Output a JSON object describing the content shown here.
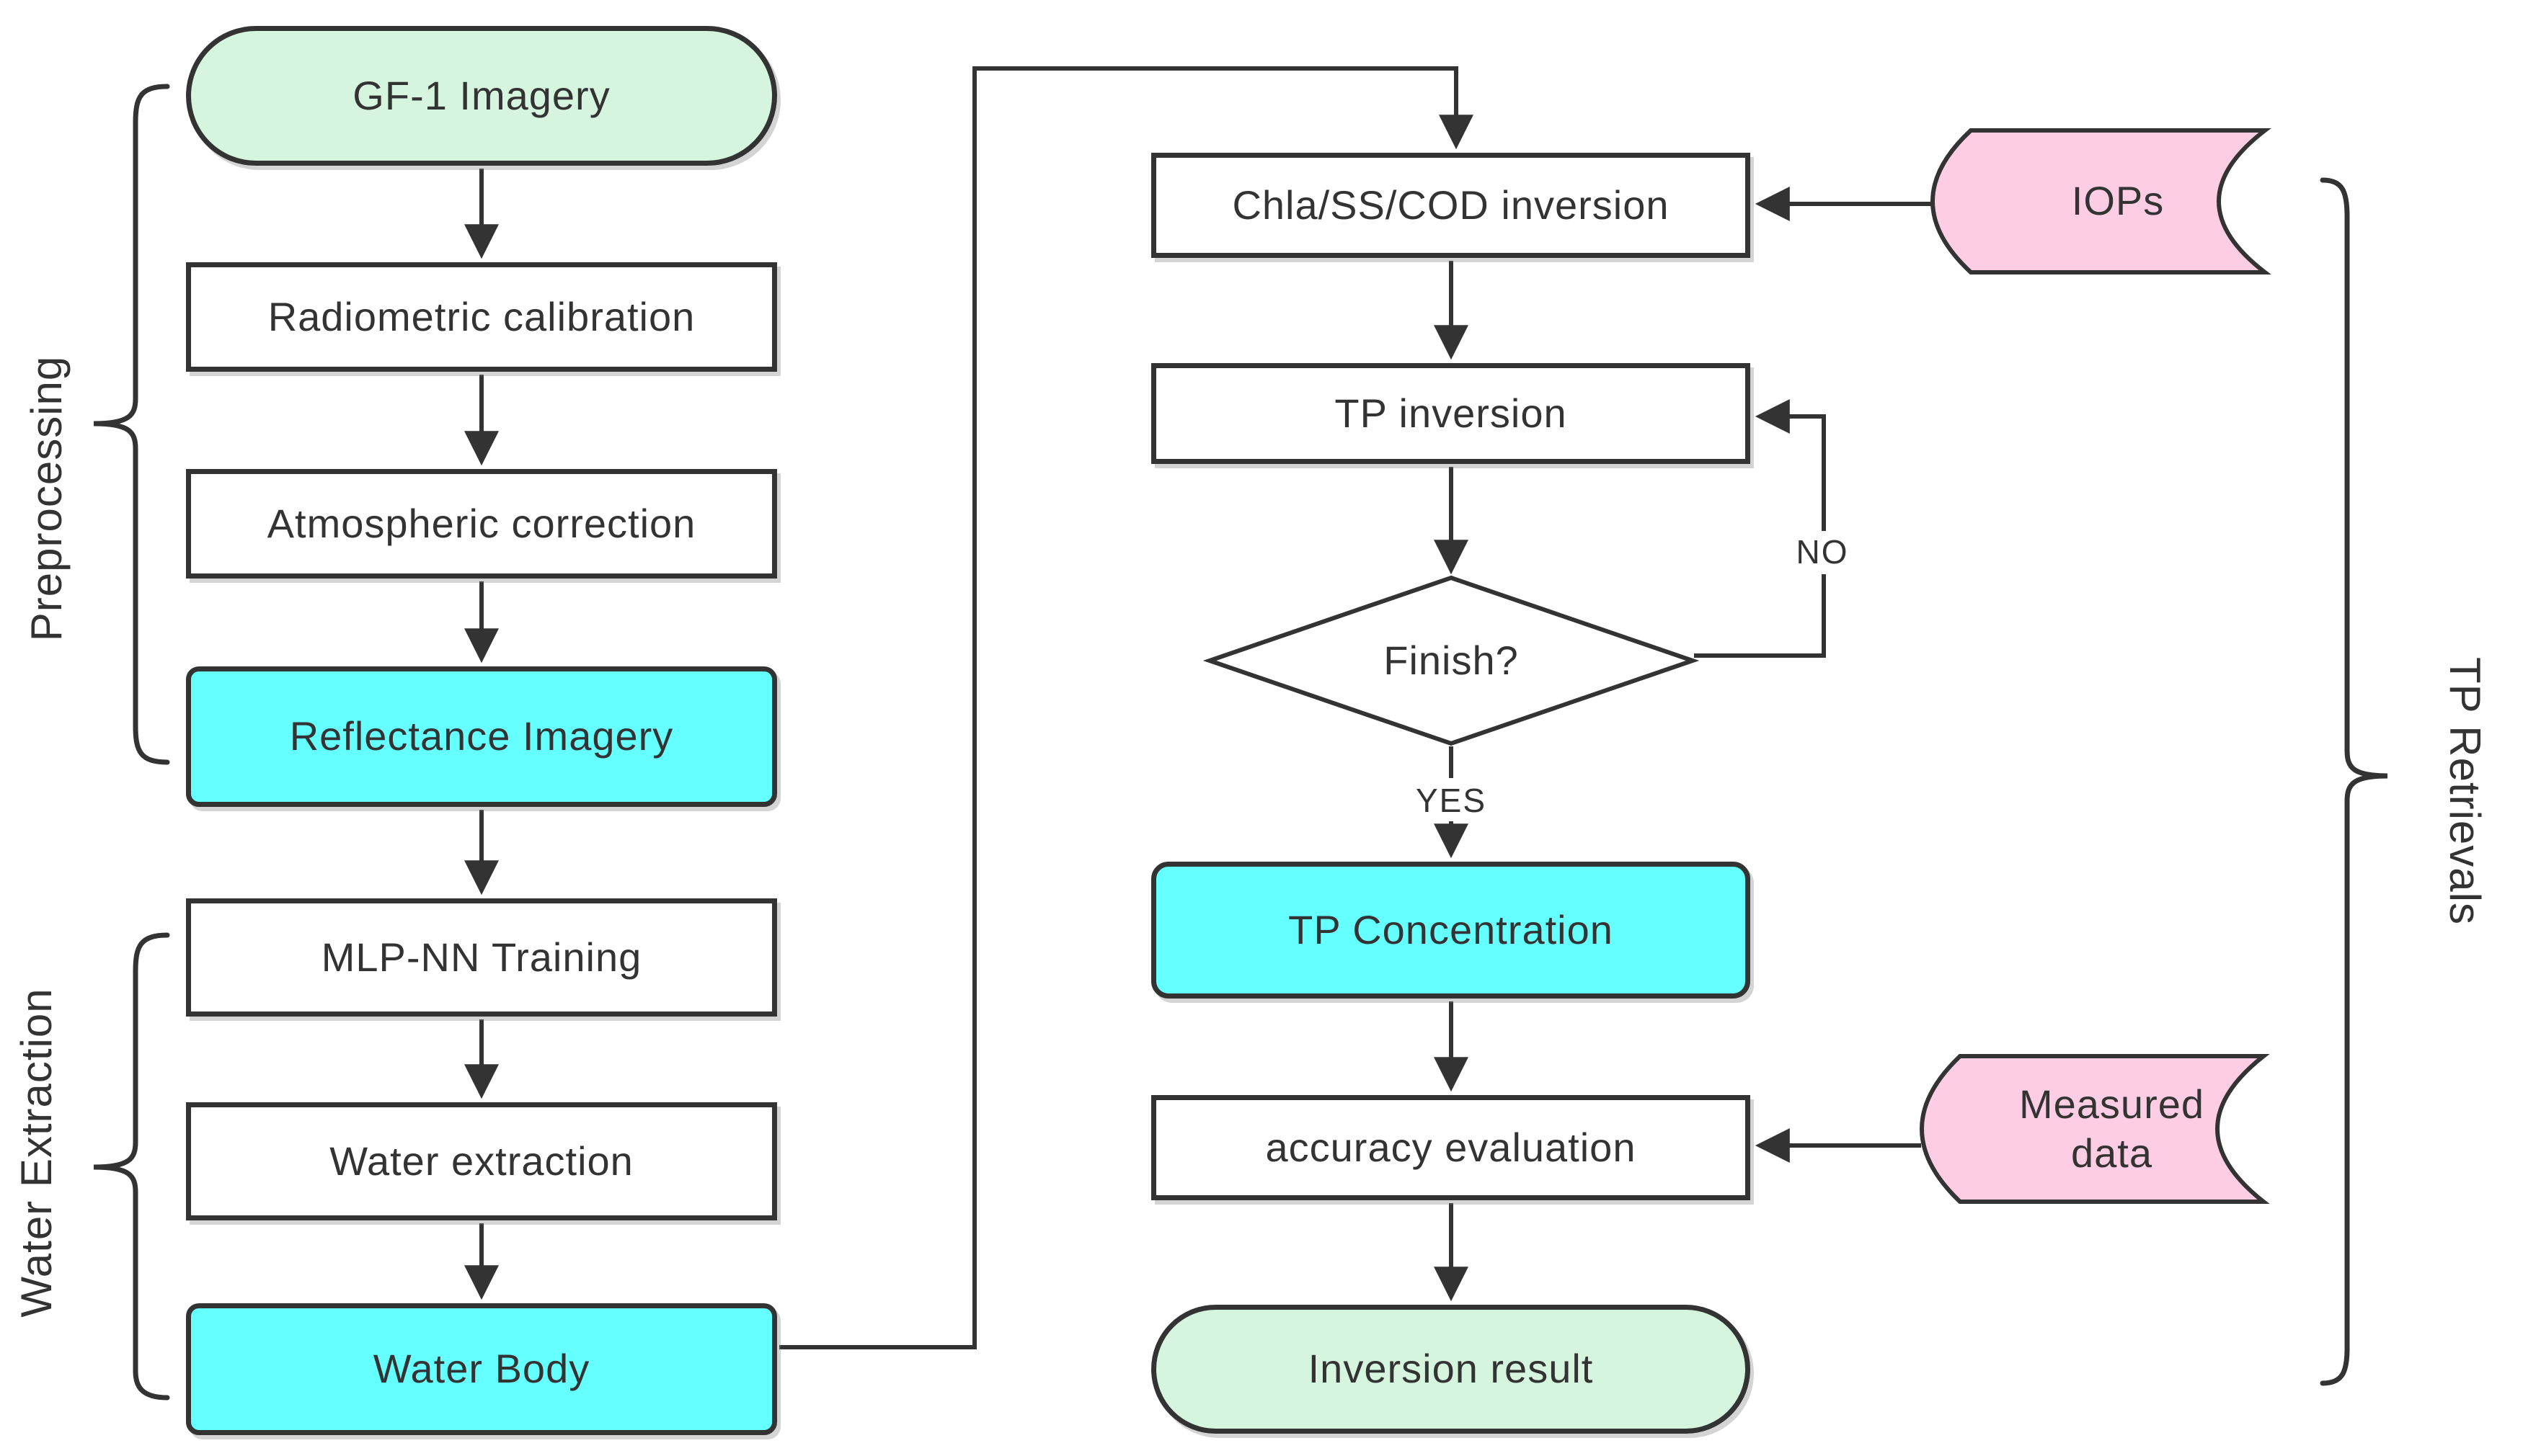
{
  "diagram": {
    "type": "flowchart",
    "colors": {
      "background": "#ffffff",
      "stroke": "#333333",
      "text": "#333333",
      "terminator_fill": "#d6f5de",
      "highlight_fill": "#66ffff",
      "datastore_fill": "#fdcde3",
      "process_fill": "#ffffff"
    },
    "nodes": {
      "gf1": "GF-1 Imagery",
      "radiometric": "Radiometric calibration",
      "atmospheric": "Atmospheric correction",
      "reflectance": "Reflectance Imagery",
      "mlp": "MLP-NN Training",
      "water_extraction": "Water extraction",
      "water_body": "Water Body",
      "chla": "Chla/SS/COD inversion",
      "tp_inversion": "TP inversion",
      "finish": "Finish?",
      "tp_concentration": "TP Concentration",
      "accuracy": "accuracy evaluation",
      "inversion_result": "Inversion result",
      "iops": "IOPs",
      "measured_data": "Measured\ndata"
    },
    "branch_labels": {
      "yes": "YES",
      "no": "NO"
    },
    "groups": {
      "preprocessing": {
        "label": "Preprocessing",
        "members": [
          "GF-1 Imagery",
          "Radiometric calibration",
          "Atmospheric correction",
          "Reflectance Imagery"
        ]
      },
      "water_extraction": {
        "label": "Water Extraction",
        "members": [
          "MLP-NN Training",
          "Water extraction",
          "Water Body"
        ]
      },
      "tp_retrievals": {
        "label": "TP Retrievals",
        "members": [
          "Chla/SS/COD inversion",
          "TP inversion",
          "Finish?",
          "TP Concentration",
          "accuracy evaluation",
          "Inversion result"
        ]
      }
    },
    "edges": [
      {
        "from": "GF-1 Imagery",
        "to": "Radiometric calibration"
      },
      {
        "from": "Radiometric calibration",
        "to": "Atmospheric correction"
      },
      {
        "from": "Atmospheric correction",
        "to": "Reflectance Imagery"
      },
      {
        "from": "Reflectance Imagery",
        "to": "MLP-NN Training"
      },
      {
        "from": "MLP-NN Training",
        "to": "Water extraction"
      },
      {
        "from": "Water extraction",
        "to": "Water Body"
      },
      {
        "from": "Water Body",
        "to": "Chla/SS/COD inversion"
      },
      {
        "from": "IOPs",
        "to": "Chla/SS/COD inversion"
      },
      {
        "from": "Chla/SS/COD inversion",
        "to": "TP inversion"
      },
      {
        "from": "TP inversion",
        "to": "Finish?"
      },
      {
        "from": "Finish?",
        "to": "TP inversion",
        "label": "NO"
      },
      {
        "from": "Finish?",
        "to": "TP Concentration",
        "label": "YES"
      },
      {
        "from": "TP Concentration",
        "to": "accuracy evaluation"
      },
      {
        "from": "Measured data",
        "to": "accuracy evaluation"
      },
      {
        "from": "accuracy evaluation",
        "to": "Inversion result"
      }
    ]
  }
}
